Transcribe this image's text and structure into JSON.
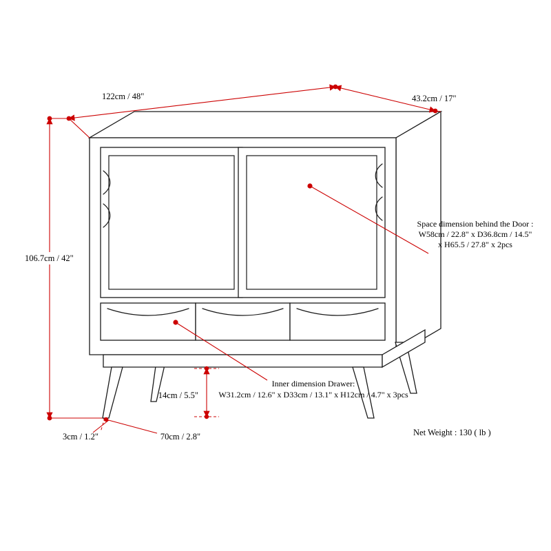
{
  "diagram": {
    "kind": "furniture-dimension-diagram",
    "subject": "two-door three-drawer sideboard cabinet",
    "colors": {
      "dimension_accent": "#cc0000",
      "drawing_line": "#1a1a1a",
      "background": "#ffffff"
    },
    "dims": {
      "width": "122cm / 48\"",
      "depth": "43.2cm / 17\"",
      "height": "106.7cm / 42\"",
      "leg_height": "14cm / 5.5\"",
      "foot_width": "3cm / 1.2\"",
      "leg_bottom": "70cm / 2.8\""
    },
    "notes": {
      "door_space": {
        "line1": "Space dimension behind the Door :",
        "line2": "W58cm / 22.8\" x D36.8cm / 14.5\"",
        "line3": "x H65.5 / 27.8\" x 2pcs"
      },
      "drawer": {
        "line1": "Inner dimension Drawer:",
        "line2": "W31.2cm / 12.6\" x D33cm / 13.1\" x H12cm / 4.7\" x 3pcs"
      },
      "net_weight": "Net Weight : 130 ( lb )"
    }
  }
}
